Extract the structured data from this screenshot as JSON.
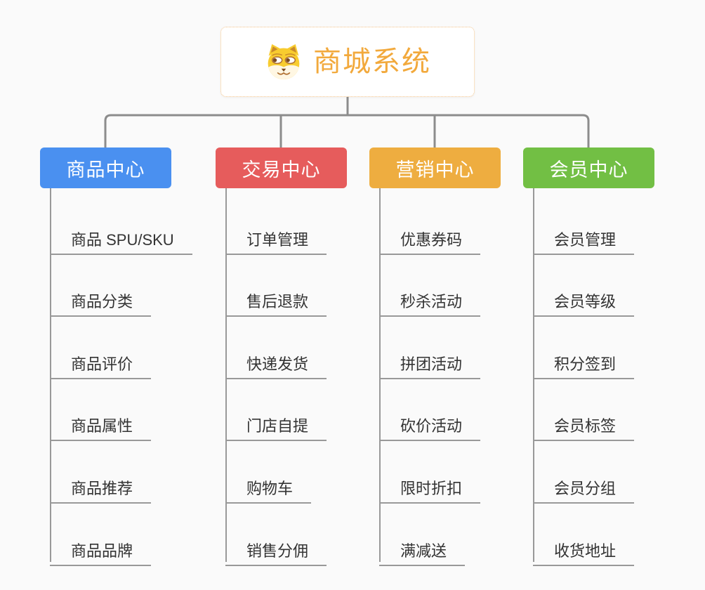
{
  "page_background": "#FAFAFA",
  "connector_color": "#8C8C8C",
  "root": {
    "title": "商城系统",
    "icon": "dog-face-icon",
    "title_color": "#F2A93C",
    "border_color": "#F5C48A"
  },
  "branches": [
    {
      "label": "商品中心",
      "color": "#4A90F0",
      "children": [
        "商品 SPU/SKU",
        "商品分类",
        "商品评价",
        "商品属性",
        "商品推荐",
        "商品品牌"
      ]
    },
    {
      "label": "交易中心",
      "color": "#E65C5C",
      "children": [
        "订单管理",
        "售后退款",
        "快递发货",
        "门店自提",
        "购物车",
        "销售分佣"
      ]
    },
    {
      "label": "营销中心",
      "color": "#EEAD40",
      "children": [
        "优惠券码",
        "秒杀活动",
        "拼团活动",
        "砍价活动",
        "限时折扣",
        "满减送"
      ]
    },
    {
      "label": "会员中心",
      "color": "#72BF44",
      "children": [
        "会员管理",
        "会员等级",
        "积分签到",
        "会员标签",
        "会员分组",
        "收货地址"
      ]
    }
  ]
}
